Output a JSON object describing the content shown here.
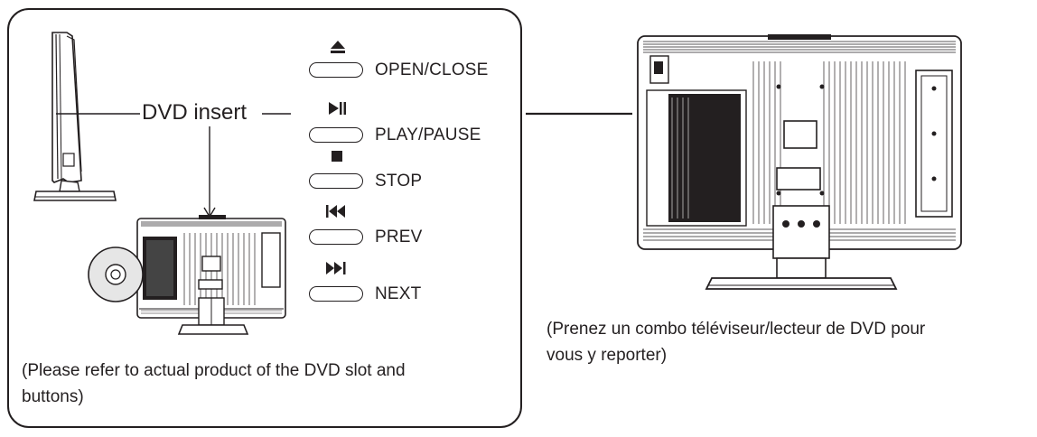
{
  "diagram": {
    "dvd_insert_label": "DVD insert",
    "buttons": [
      {
        "id": "open-close",
        "label": "OPEN/CLOSE",
        "icon": "eject-icon"
      },
      {
        "id": "play-pause",
        "label": "PLAY/PAUSE",
        "icon": "play-pause-icon"
      },
      {
        "id": "stop",
        "label": "STOP",
        "icon": "stop-icon"
      },
      {
        "id": "prev",
        "label": "PREV",
        "icon": "previous-icon"
      },
      {
        "id": "next",
        "label": "NEXT",
        "icon": "next-icon"
      }
    ],
    "caption_en_line1": "(Please refer to actual product of the DVD slot and",
    "caption_en_line2": " buttons)",
    "caption_fr_line1": "(Prenez un combo téléviseur/lecteur de DVD pour",
    "caption_fr_line2": " vous y reporter)"
  }
}
